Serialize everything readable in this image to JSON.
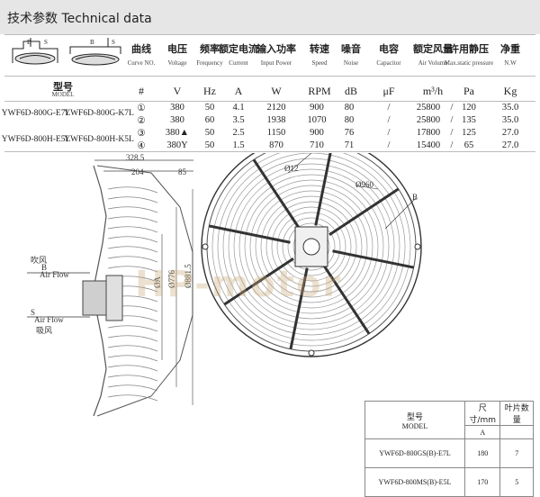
{
  "header": {
    "title": "技术参数 Technical data"
  },
  "columns": [
    {
      "cn": "曲线",
      "en": "Curve NO.",
      "unit": "#"
    },
    {
      "cn": "电压",
      "en": "Voltage",
      "unit": "V"
    },
    {
      "cn": "频率",
      "en": "Frequency",
      "unit": "Hz"
    },
    {
      "cn": "额定电流",
      "en": "Current",
      "unit": "A"
    },
    {
      "cn": "输入功率",
      "en": "Input Power",
      "unit": "W"
    },
    {
      "cn": "转速",
      "en": "Speed",
      "unit": "RPM"
    },
    {
      "cn": "噪音",
      "en": "Noise",
      "unit": "dB"
    },
    {
      "cn": "电容",
      "en": "Capacitor",
      "unit": "μF"
    },
    {
      "cn": "额定风量",
      "en": "Air Volume",
      "unit": "m³/h"
    },
    {
      "cn": "许用静压",
      "en": "Max.static pressure",
      "unit": "Pa"
    },
    {
      "cn": "净重",
      "en": "N.W",
      "unit": "Kg"
    }
  ],
  "model_label": {
    "cn": "型号",
    "en": "MODEL"
  },
  "rows": [
    {
      "models": [
        "YWF6D-800G-E7L",
        "YWF6D-800G-K7L"
      ],
      "data": [
        [
          "①",
          "380",
          "50",
          "4.1",
          "2120",
          "900",
          "80",
          "/",
          "25800",
          "/",
          "120",
          "35.0"
        ],
        [
          "②",
          "380",
          "60",
          "3.5",
          "1938",
          "1070",
          "80",
          "/",
          "25800",
          "/",
          "135",
          "35.0"
        ]
      ]
    },
    {
      "models": [
        "YWF6D-800H-E5L",
        "YWF6D-800H-K5L"
      ],
      "data": [
        [
          "③",
          "380▲",
          "50",
          "2.5",
          "1150",
          "900",
          "76",
          "/",
          "17800",
          "/",
          "125",
          "27.0"
        ],
        [
          "④",
          "380Y",
          "50",
          "1.5",
          "870",
          "710",
          "71",
          "/",
          "15400",
          "/",
          "65",
          "27.0"
        ]
      ]
    }
  ],
  "drawing": {
    "dims": {
      "d1": "328.5",
      "d2": "204",
      "d3": "85",
      "d4": "Ø12",
      "d5": "Ø960",
      "d6": "ØA",
      "d7": "Ø776",
      "d8": "Ø881.5",
      "b": "B"
    },
    "airflow_top": {
      "cn": "吹风",
      "mark": "B",
      "en": "Air Flow"
    },
    "airflow_bottom": {
      "mark": "S",
      "en": "Air Flow",
      "cn": "吸风"
    },
    "watermark": "HP-motor"
  },
  "model_table": {
    "headers": {
      "model_cn": "型号",
      "model_en": "MODEL",
      "size_cn": "尺寸/mm",
      "size_en": "A",
      "blades_cn": "叶片数量"
    },
    "rows": [
      {
        "model": "YWF6D-800GS(B)-E7L",
        "a": "180",
        "blades": "7"
      },
      {
        "model": "YWF6D-800MS(B)-E5L",
        "a": "170",
        "blades": "5"
      }
    ]
  }
}
